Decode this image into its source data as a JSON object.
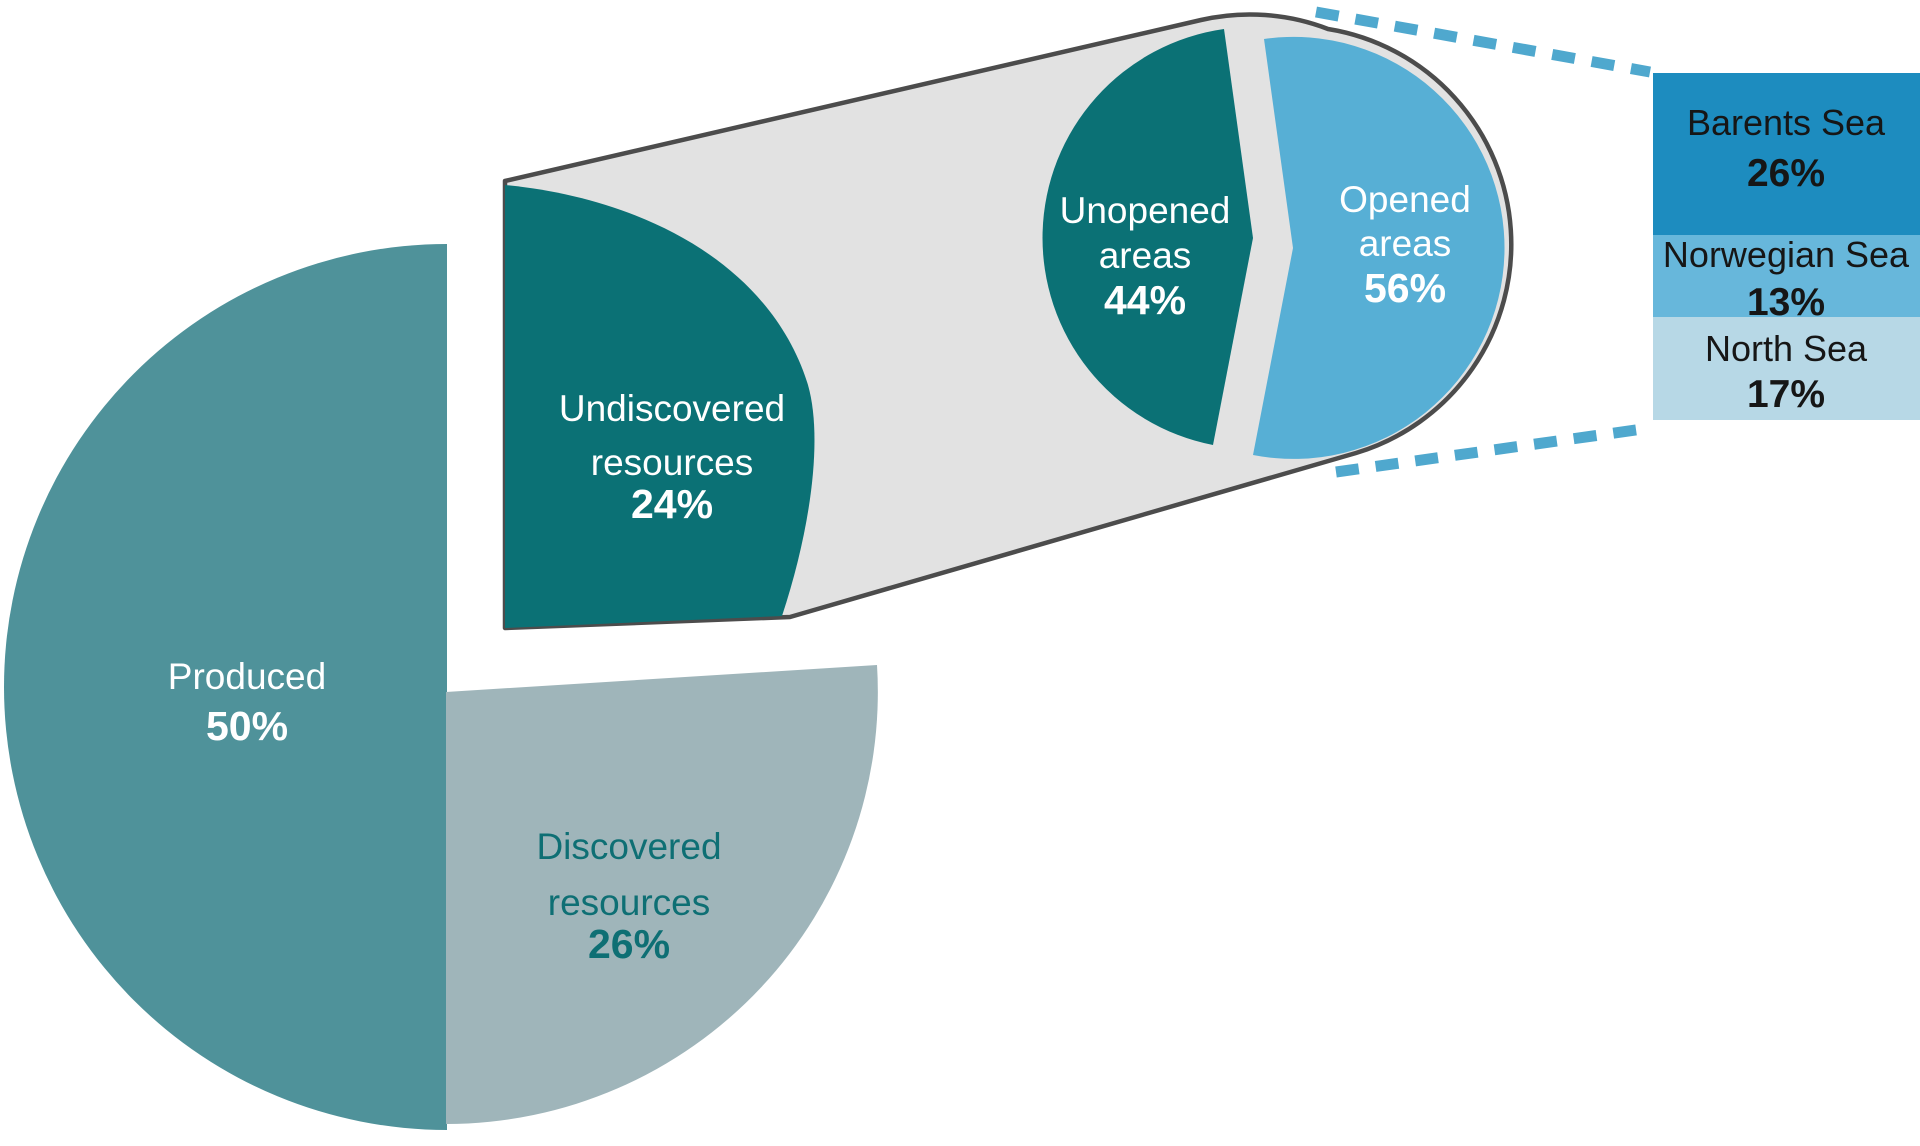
{
  "chart_data": {
    "type": "pie",
    "title": "",
    "units": "%",
    "main_pie": {
      "slices": [
        {
          "label": "Produced",
          "label_lines": [
            "Produced"
          ],
          "value": 50,
          "pct": "50%",
          "color": "#4F929A"
        },
        {
          "label": "Discovered resources",
          "label_lines": [
            "Discovered",
            "resources"
          ],
          "value": 26,
          "pct": "26%",
          "color": "#9FB5BA"
        },
        {
          "label": "Undiscovered resources",
          "label_lines": [
            "Undiscovered",
            "resources"
          ],
          "value": 24,
          "pct": "24%",
          "color": "#0B7175"
        }
      ]
    },
    "undiscovered_breakdown": {
      "parent": "Undiscovered resources",
      "slices": [
        {
          "label": "Unopened areas",
          "label_lines": [
            "Unopened",
            "areas"
          ],
          "value": 44,
          "pct": "44%",
          "color": "#0B7175"
        },
        {
          "label": "Opened areas",
          "label_lines": [
            "Opened",
            "areas"
          ],
          "value": 56,
          "pct": "56%",
          "color": "#57AFD5"
        }
      ]
    },
    "opened_breakdown": {
      "parent": "Opened areas",
      "segments": [
        {
          "label": "Barents Sea",
          "value": 26,
          "pct": "26%",
          "color": "#1D8CBF"
        },
        {
          "label": "Norwegian Sea",
          "value": 13,
          "pct": "13%",
          "color": "#67B7DB"
        },
        {
          "label": "North Sea",
          "value": 17,
          "pct": "17%",
          "color": "#B7D8E6"
        }
      ]
    },
    "layout": {
      "legend_position": "none",
      "grid": false,
      "magnifier_band": true
    },
    "colors": {
      "band_fill": "#E2E2E2",
      "band_stroke": "#4C4C4C",
      "dash_color": "#4FA8CE",
      "label_on_slice": "#FFFFFF",
      "label_discovered": "#0E6F74",
      "label_bar": "#161616",
      "background": "#FFFFFF"
    }
  }
}
